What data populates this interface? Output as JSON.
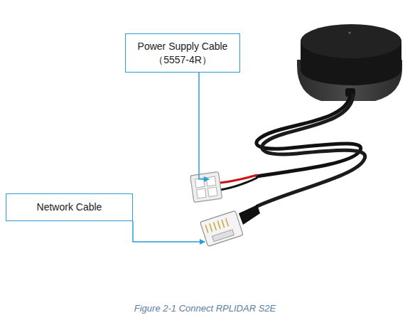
{
  "diagram": {
    "caption": "Figure 2-1 Connect RPLIDAR S2E",
    "nodes": [
      {
        "text": [
          "Power Supply Cable",
          "（5557-4R）"
        ]
      },
      {
        "text": [
          "Network Cable"
        ]
      }
    ]
  }
}
